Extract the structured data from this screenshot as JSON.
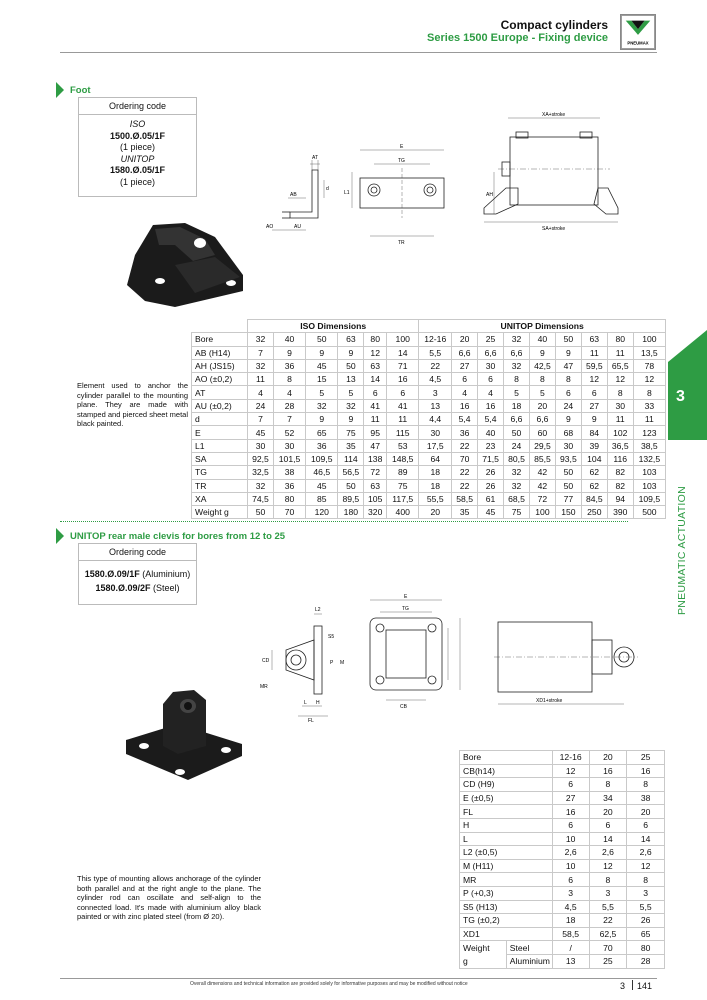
{
  "header": {
    "title": "Compact cylinders",
    "subtitle": "Series 1500 Europe - Fixing device",
    "logo_text": "PNEUMAX"
  },
  "foot": {
    "title": "Foot",
    "ordering_code_label": "Ordering code",
    "iso_label": "ISO",
    "iso_code": "1500.Ø.05/1F",
    "iso_qty": "(1 piece)",
    "unitop_label": "UNITOP",
    "unitop_code": "1580.Ø.05/1F",
    "unitop_qty": "(1 piece)",
    "description": "Element used to anchor the cylinder parallel to the mounting plane. They are made with stamped and pierced sheet metal black painted.",
    "table": {
      "iso_header": "ISO Dimensions",
      "unitop_header": "UNITOP Dimensions",
      "rows": [
        {
          "label": "Bore",
          "values": [
            "32",
            "40",
            "50",
            "63",
            "80",
            "100",
            "12-16",
            "20",
            "25",
            "32",
            "40",
            "50",
            "63",
            "80",
            "100"
          ]
        },
        {
          "label": "AB (H14)",
          "values": [
            "7",
            "9",
            "9",
            "9",
            "12",
            "14",
            "5,5",
            "6,6",
            "6,6",
            "6,6",
            "9",
            "9",
            "11",
            "11",
            "13,5"
          ]
        },
        {
          "label": "AH (JS15)",
          "values": [
            "32",
            "36",
            "45",
            "50",
            "63",
            "71",
            "22",
            "27",
            "30",
            "32",
            "42,5",
            "47",
            "59,5",
            "65,5",
            "78"
          ]
        },
        {
          "label": "AO (±0,2)",
          "values": [
            "11",
            "8",
            "15",
            "13",
            "14",
            "16",
            "4,5",
            "6",
            "6",
            "8",
            "8",
            "8",
            "12",
            "12",
            "12"
          ]
        },
        {
          "label": "AT",
          "values": [
            "4",
            "4",
            "5",
            "5",
            "6",
            "6",
            "3",
            "4",
            "4",
            "5",
            "5",
            "6",
            "6",
            "8",
            "8"
          ]
        },
        {
          "label": "AU (±0,2)",
          "values": [
            "24",
            "28",
            "32",
            "32",
            "41",
            "41",
            "13",
            "16",
            "16",
            "18",
            "20",
            "24",
            "27",
            "30",
            "33"
          ]
        },
        {
          "label": "d",
          "values": [
            "7",
            "7",
            "9",
            "9",
            "11",
            "11",
            "4,4",
            "5,4",
            "5,4",
            "6,6",
            "6,6",
            "9",
            "9",
            "11",
            "11"
          ]
        },
        {
          "label": "E",
          "values": [
            "45",
            "52",
            "65",
            "75",
            "95",
            "115",
            "30",
            "36",
            "40",
            "50",
            "60",
            "68",
            "84",
            "102",
            "123"
          ]
        },
        {
          "label": "L1",
          "values": [
            "30",
            "30",
            "36",
            "35",
            "47",
            "53",
            "17,5",
            "22",
            "23",
            "24",
            "29,5",
            "30",
            "39",
            "36,5",
            "38,5"
          ]
        },
        {
          "label": "SA",
          "values": [
            "92,5",
            "101,5",
            "109,5",
            "114",
            "138",
            "148,5",
            "64",
            "70",
            "71,5",
            "80,5",
            "85,5",
            "93,5",
            "104",
            "116",
            "132,5"
          ]
        },
        {
          "label": "TG",
          "values": [
            "32,5",
            "38",
            "46,5",
            "56,5",
            "72",
            "89",
            "18",
            "22",
            "26",
            "32",
            "42",
            "50",
            "62",
            "82",
            "103"
          ]
        },
        {
          "label": "TR",
          "values": [
            "32",
            "36",
            "45",
            "50",
            "63",
            "75",
            "18",
            "22",
            "26",
            "32",
            "42",
            "50",
            "62",
            "82",
            "103"
          ]
        },
        {
          "label": "XA",
          "values": [
            "74,5",
            "80",
            "85",
            "89,5",
            "105",
            "117,5",
            "55,5",
            "58,5",
            "61",
            "68,5",
            "72",
            "77",
            "84,5",
            "94",
            "109,5"
          ]
        },
        {
          "label": "Weight g",
          "values": [
            "50",
            "70",
            "120",
            "180",
            "320",
            "400",
            "20",
            "35",
            "45",
            "75",
            "100",
            "150",
            "250",
            "390",
            "500"
          ]
        }
      ]
    },
    "drawing_labels": {
      "xa": "XA+stroke",
      "sa": "SA+stroke",
      "e": "E",
      "tg": "TG",
      "tr": "TR",
      "at": "AT",
      "ab": "AB",
      "ao": "AO",
      "au": "AU",
      "d": "d",
      "l1": "L1",
      "ah": "AH"
    }
  },
  "clevis": {
    "title": "UNITOP rear male clevis for bores from 12 to 25",
    "ordering_code_label": "Ordering code",
    "code_aluminium": "1580.Ø.09/1F",
    "code_aluminium_suffix": " (Aluminium)",
    "code_steel": "1580.Ø.09/2F",
    "code_steel_suffix": " (Steel)",
    "description": "This type of mounting allows anchorage of the cylinder both parallel and at the right angle to the plane. The cylinder rod can oscillate and self-align to the connected load. It's made with aluminium alloy black painted or with zinc plated steel (from Ø 20).",
    "table": {
      "rows": [
        {
          "label": "Bore",
          "values": [
            "12-16",
            "20",
            "25"
          ]
        },
        {
          "label": "CB(h14)",
          "values": [
            "12",
            "16",
            "16"
          ]
        },
        {
          "label": "CD (H9)",
          "values": [
            "6",
            "8",
            "8"
          ]
        },
        {
          "label": "E (±0,5)",
          "values": [
            "27",
            "34",
            "38"
          ]
        },
        {
          "label": "FL",
          "values": [
            "16",
            "20",
            "20"
          ]
        },
        {
          "label": "H",
          "values": [
            "6",
            "6",
            "6"
          ]
        },
        {
          "label": "L",
          "values": [
            "10",
            "14",
            "14"
          ]
        },
        {
          "label": "L2 (±0,5)",
          "values": [
            "2,6",
            "2,6",
            "2,6"
          ]
        },
        {
          "label": "M (H11)",
          "values": [
            "10",
            "12",
            "12"
          ]
        },
        {
          "label": "MR",
          "values": [
            "6",
            "8",
            "8"
          ]
        },
        {
          "label": "P (+0,3)",
          "values": [
            "3",
            "3",
            "3"
          ]
        },
        {
          "label": "S5 (H13)",
          "values": [
            "4,5",
            "5,5",
            "5,5"
          ]
        },
        {
          "label": "TG (±0,2)",
          "values": [
            "18",
            "22",
            "26"
          ]
        },
        {
          "label": "XD1",
          "values": [
            "58,5",
            "62,5",
            "65"
          ]
        }
      ],
      "weight_label": "Weight",
      "g_label": "g",
      "steel_label": "Steel",
      "steel_values": [
        "/",
        "70",
        "80"
      ],
      "aluminium_label": "Aluminium",
      "aluminium_values": [
        "13",
        "25",
        "28"
      ]
    },
    "drawing_labels": {
      "e": "E",
      "tg": "TG",
      "l2": "L2",
      "s5": "S5",
      "cd": "CD",
      "p": "P",
      "m": "M",
      "mr": "MR",
      "l": "L",
      "h": "H",
      "fl": "FL",
      "cb": "CB",
      "xd1": "XD1+stroke"
    }
  },
  "side_tab": {
    "number": "3",
    "label": "PNEUMATIC ACTUATION",
    "color": "#2e9c44"
  },
  "footer": {
    "note": "Overall dimensions and technical information are provided solely for informative purposes and may be modified without notice",
    "chapter": "3",
    "page": "141"
  }
}
